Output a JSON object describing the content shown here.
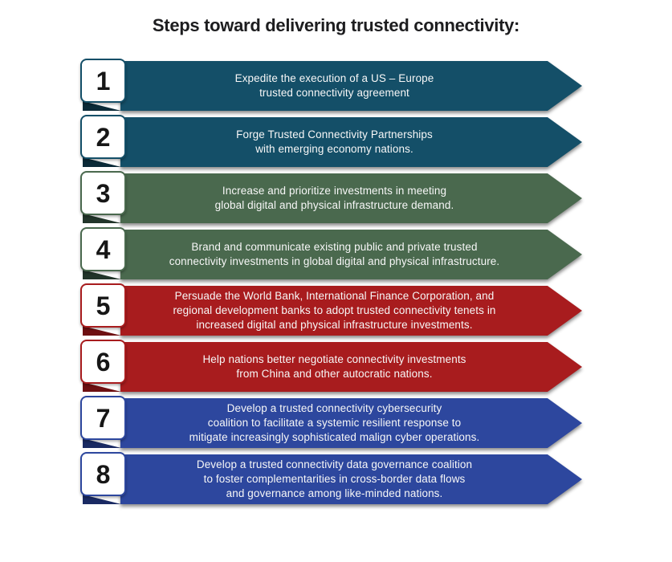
{
  "title": "Steps toward delivering trusted connectivity:",
  "palette": {
    "teal": "#144F68",
    "green": "#4A694E",
    "red": "#A81C1E",
    "blue": "#2D479E"
  },
  "steps": [
    {
      "number": "1",
      "theme": "teal",
      "color": "#144F68",
      "fold_color": "#0B2A38",
      "text": "Expedite the execution of a US – Europe\ntrusted connectivity agreement"
    },
    {
      "number": "2",
      "theme": "teal",
      "color": "#144F68",
      "fold_color": "#0B2A38",
      "text": "Forge Trusted Connectivity Partnerships\nwith emerging economy nations."
    },
    {
      "number": "3",
      "theme": "green",
      "color": "#4A694E",
      "fold_color": "#22352A",
      "text": "Increase and prioritize investments in meeting\nglobal digital and physical infrastructure demand."
    },
    {
      "number": "4",
      "theme": "green",
      "color": "#4A694E",
      "fold_color": "#22352A",
      "text": "Brand and communicate existing public and private trusted\nconnectivity investments in global digital and physical infrastructure."
    },
    {
      "number": "5",
      "theme": "red",
      "color": "#A81C1E",
      "fold_color": "#6E1012",
      "text": "Persuade the World Bank, International Finance Corporation, and\nregional development banks to adopt trusted connectivity tenets in\nincreased digital and physical infrastructure investments."
    },
    {
      "number": "6",
      "theme": "red",
      "color": "#A81C1E",
      "fold_color": "#6E1012",
      "text": "Help nations better negotiate connectivity investments\nfrom China and other autocratic nations."
    },
    {
      "number": "7",
      "theme": "blue",
      "color": "#2D479E",
      "fold_color": "#1A2A63",
      "text": "Develop a trusted connectivity cybersecurity\ncoalition to facilitate a systemic resilient response to\nmitigate increasingly sophisticated malign cyber operations."
    },
    {
      "number": "8",
      "theme": "blue",
      "color": "#2D479E",
      "fold_color": "#1A2A63",
      "text": "Develop a trusted connectivity data governance coalition\nto foster complementarities in cross-border data flows\nand governance among like-minded nations."
    }
  ]
}
